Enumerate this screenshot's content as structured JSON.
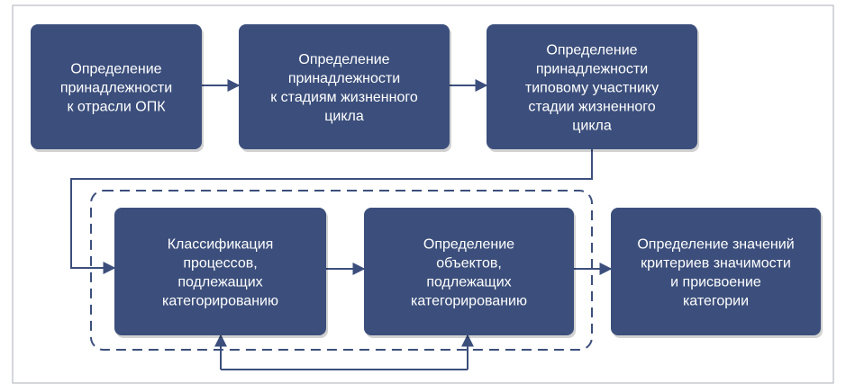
{
  "colors": {
    "box_fill": "#3c4f7c",
    "line": "#3c4f7c",
    "frame": "#b9bcc3",
    "background": "#ffffff",
    "text": "#ffffff"
  },
  "boxes": [
    {
      "id": "industry",
      "lines": [
        "Определение",
        "принадлежности",
        "к отрасли ОПК"
      ]
    },
    {
      "id": "lifecycle-stage",
      "lines": [
        "Определение",
        "принадлежности",
        "к стадиям жизненного",
        "цикла"
      ]
    },
    {
      "id": "typical-participant",
      "lines": [
        "Определение",
        "принадлежности",
        "типовому участнику",
        "стадии жизненного",
        "цикла"
      ]
    },
    {
      "id": "process-classification",
      "lines": [
        "Классификация",
        "процессов,",
        "подлежащих",
        "категорированию"
      ]
    },
    {
      "id": "object-definition",
      "lines": [
        "Определение",
        "объектов,",
        "подлежащих",
        "категорированию"
      ]
    },
    {
      "id": "criteria-category",
      "lines": [
        "Определение значений",
        "критериев значимости",
        "и присвоение",
        "категории"
      ]
    }
  ]
}
